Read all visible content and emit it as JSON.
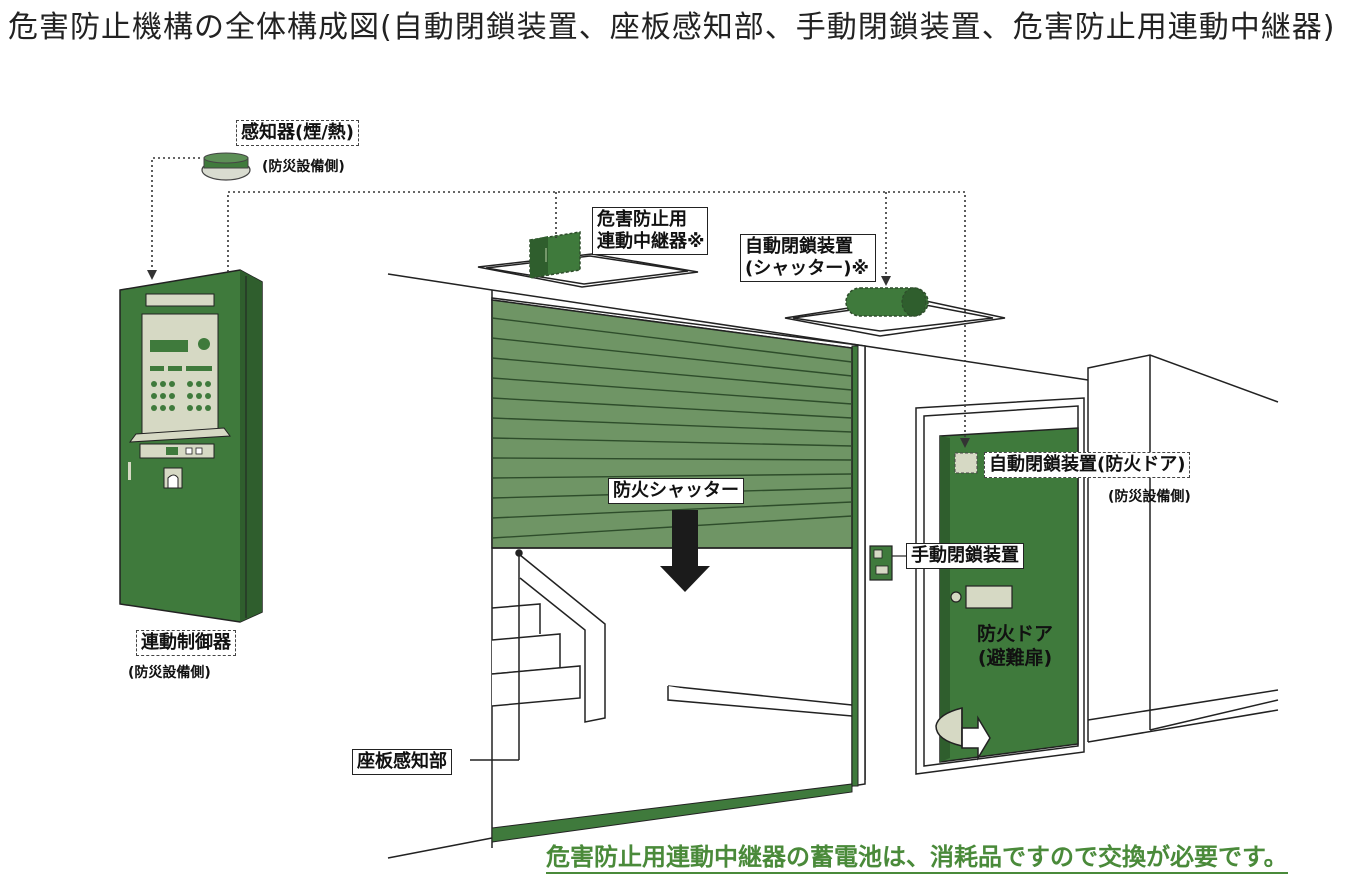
{
  "title": "危害防止機構の全体構成図(自動閉鎖装置、座板感知部、手動閉鎖装置、危害防止用連動中継器)",
  "labels": {
    "detector": "感知器(煙/熱)",
    "detector_sub": "(防災設備側)",
    "relay": "危害防止用",
    "relay_line2": "連動中継器※",
    "auto_shutter": "自動閉鎖装置",
    "auto_shutter_line2": "(シャッター)※",
    "auto_door": "自動閉鎖装置(防火ドア)",
    "auto_door_sub": "(防災設備側)",
    "manual": "手動閉鎖装置",
    "shutter": "防火シャッター",
    "door_line1": "防火ドア",
    "door_line2": "(避難扉)",
    "panel": "連動制御器",
    "panel_sub": "(防災設備側)",
    "sensor": "座板感知部"
  },
  "note": "危害防止用連動中継器の蓄電池は、消耗品ですので交換が必要です。",
  "colors": {
    "green_dark": "#3f7a3c",
    "green_shutter": "#6f9565",
    "note_green": "#4a8a3a",
    "line": "#222222"
  }
}
